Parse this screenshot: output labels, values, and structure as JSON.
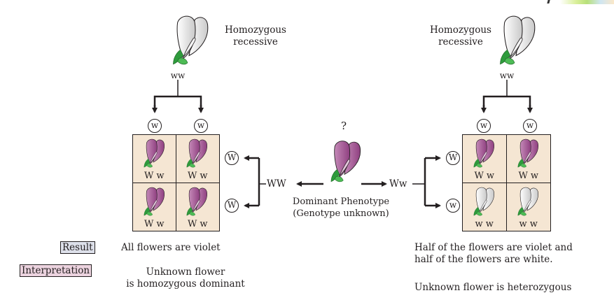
{
  "title": "Test cross to determine unknown genotype",
  "colors": {
    "violet": "#a0508f",
    "white_flower": "#e6e6e6",
    "leaf": "#2e9b3c",
    "grid_bg": "#f5e6d3",
    "result_box": "#dde0ea",
    "interpretation_box": "#ecd3df"
  },
  "left_parent": {
    "label_line1": "Homozygous",
    "label_line2": "recessive",
    "genotype": "ww",
    "flower_color": "white",
    "gametes": [
      "w",
      "w"
    ]
  },
  "right_parent": {
    "label_line1": "Homozygous",
    "label_line2": "recessive",
    "genotype": "ww",
    "flower_color": "white",
    "gametes": [
      "w",
      "w"
    ]
  },
  "unknown": {
    "question_mark": "?",
    "caption_line1": "Dominant Phenotype",
    "caption_line2": "(Genotype unknown)",
    "left_option": "WW",
    "right_option": "Ww",
    "flower_color": "violet"
  },
  "left_cross": {
    "row_gametes": [
      "W",
      "W"
    ],
    "cells": [
      {
        "genotype": "Ww",
        "color": "violet"
      },
      {
        "genotype": "Ww",
        "color": "violet"
      },
      {
        "genotype": "Ww",
        "color": "violet"
      },
      {
        "genotype": "Ww",
        "color": "violet"
      }
    ]
  },
  "right_cross": {
    "row_gametes": [
      "W",
      "w"
    ],
    "cells": [
      {
        "genotype": "Ww",
        "color": "violet"
      },
      {
        "genotype": "Ww",
        "color": "violet"
      },
      {
        "genotype": "ww",
        "color": "white"
      },
      {
        "genotype": "ww",
        "color": "white"
      }
    ]
  },
  "labels": {
    "result": "Result",
    "interpretation": "Interpretation"
  },
  "left_result": {
    "result": "All flowers are violet",
    "interpretation_line1": "Unknown flower",
    "interpretation_line2": "is homozygous dominant"
  },
  "right_result": {
    "result_line1": "Half of the flowers are violet and",
    "result_line2": "half of the flowers are white.",
    "interpretation": "Unknown flower is heterozygous"
  }
}
